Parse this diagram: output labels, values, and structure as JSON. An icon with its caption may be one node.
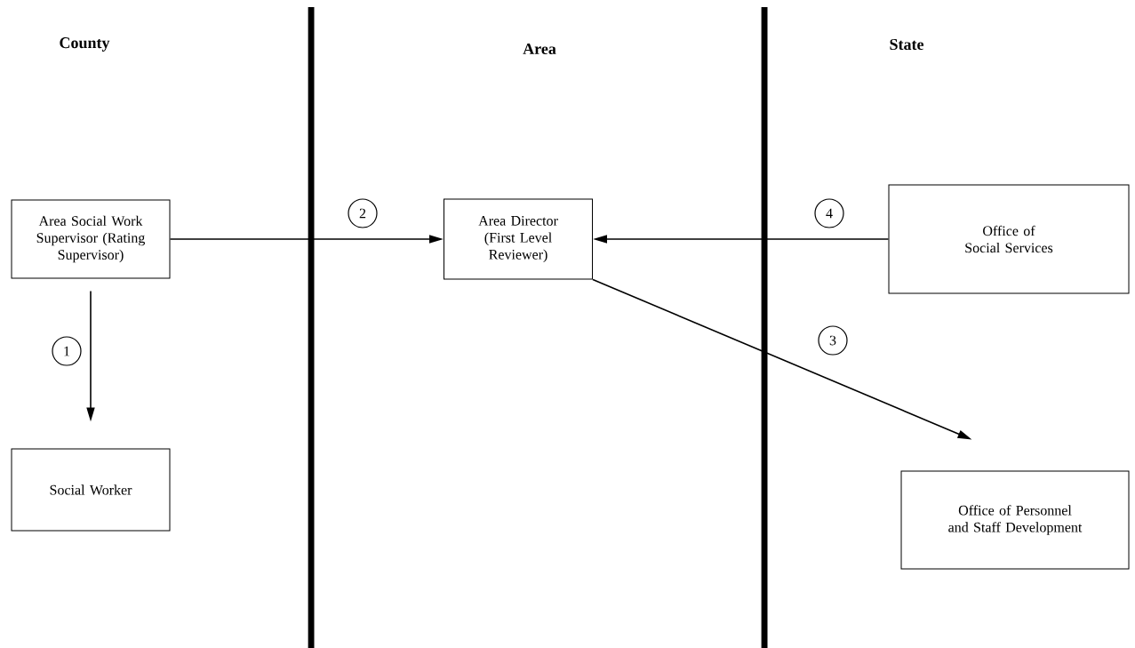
{
  "diagram": {
    "nodes": [
      {
        "text": [
          "Area Social Work Supervisor (Rating Supervisor)"
        ]
      },
      {
        "text": [
          "Social Worker"
        ]
      },
      {
        "text": [
          "Area Director (First Level Reviewer)"
        ]
      },
      {
        "text": [
          "Office of Social Services"
        ]
      },
      {
        "text": [
          "Office of Personnel and Staff Development"
        ]
      }
    ],
    "edges": [
      {
        "from": 0,
        "to": 1,
        "arrow": "to",
        "label": "1"
      },
      {
        "from": 0,
        "to": 2,
        "arrow": "to",
        "label": "2"
      },
      {
        "from": 2,
        "to": 4,
        "arrow": "to",
        "label": "3"
      },
      {
        "from": 3,
        "to": 2,
        "arrow": "to",
        "label": "4"
      }
    ],
    "labels": [
      "County",
      "Area",
      "State"
    ]
  }
}
